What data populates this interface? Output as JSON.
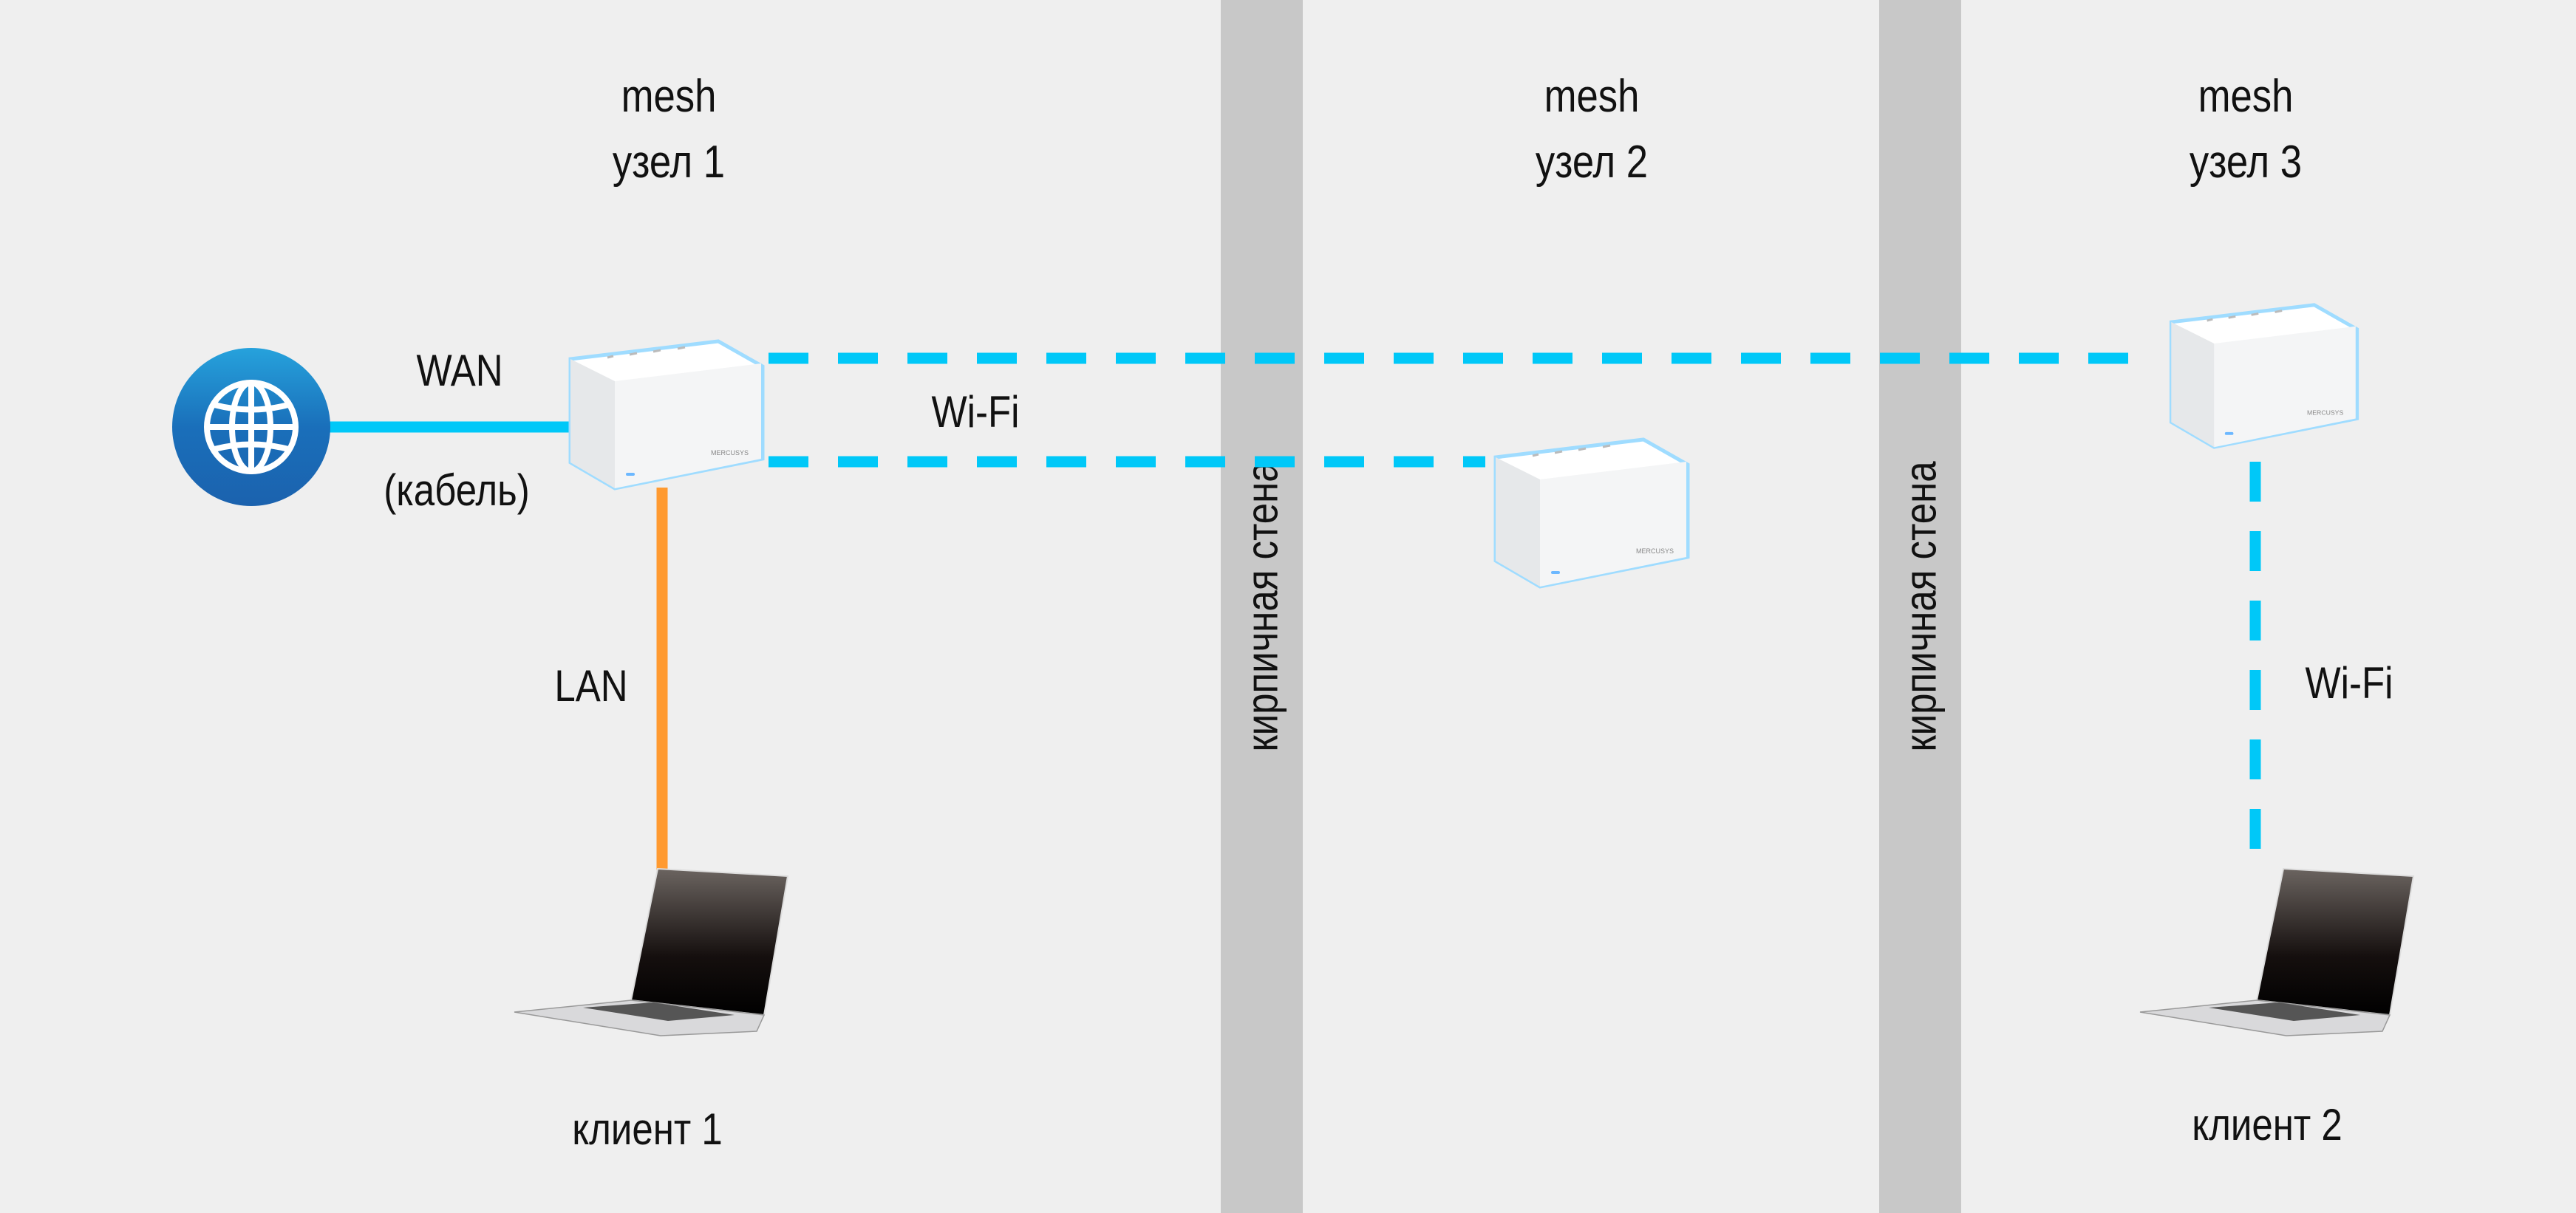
{
  "nodes": [
    {
      "line1": "mesh",
      "line2": "узел 1"
    },
    {
      "line1": "mesh",
      "line2": "узел 2"
    },
    {
      "line1": "mesh",
      "line2": "узел 3"
    }
  ],
  "walls": [
    {
      "label": "кирпичная стена"
    },
    {
      "label": "кирпичная стена"
    }
  ],
  "links": {
    "wan_label": "WAN",
    "wan_sub": "(кабель)",
    "lan_label": "LAN",
    "wifi_label_1": "Wi-Fi",
    "wifi_label_2": "Wi-Fi"
  },
  "clients": [
    {
      "label": "клиент 1"
    },
    {
      "label": "клиент 2"
    }
  ],
  "router_brand": "MERCUSYS",
  "colors": {
    "background": "#efefef",
    "wall": "#c8c8c8",
    "wifi": "#00c8f8",
    "wan": "#00c8f8",
    "lan": "#ff9a30",
    "globe": "#1b6cb8"
  }
}
